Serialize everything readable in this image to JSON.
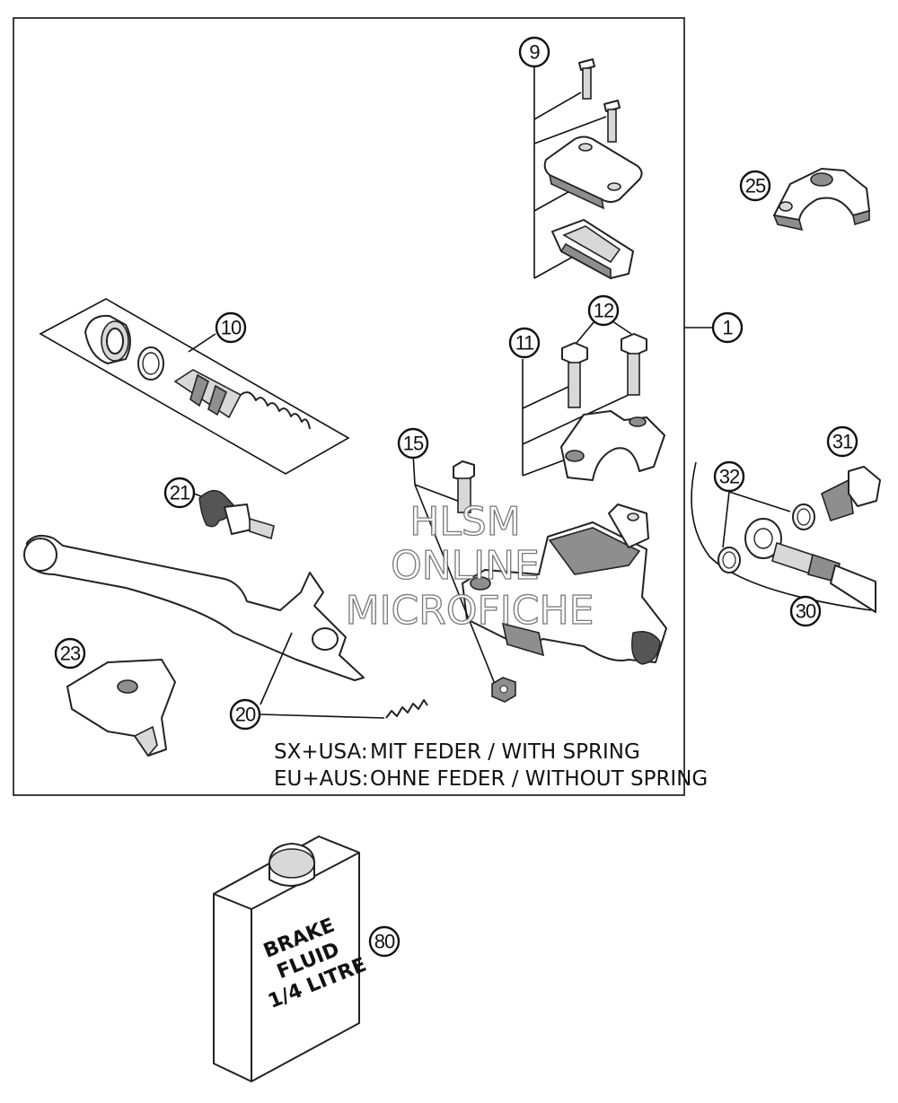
{
  "callouts": {
    "c1": "1",
    "c9": "9",
    "c10": "10",
    "c11": "11",
    "c12": "12",
    "c15": "15",
    "c20": "20",
    "c21": "21",
    "c23": "23",
    "c25": "25",
    "c30": "30",
    "c31": "31",
    "c32": "32",
    "c80": "80"
  },
  "notes": {
    "sx_prefix": "SX+USA:",
    "sx_text": "MIT FEDER / WITH SPRING",
    "eu_prefix": "EU+AUS:",
    "eu_text": "OHNE FEDER / WITHOUT SPRING"
  },
  "container_label": {
    "line1": "BRAKE",
    "line2": "FLUID",
    "line3": "1/4 LITRE"
  },
  "watermark": {
    "line1": "HLSM",
    "line2": "ONLINE",
    "line3": "MICROFICHE"
  }
}
